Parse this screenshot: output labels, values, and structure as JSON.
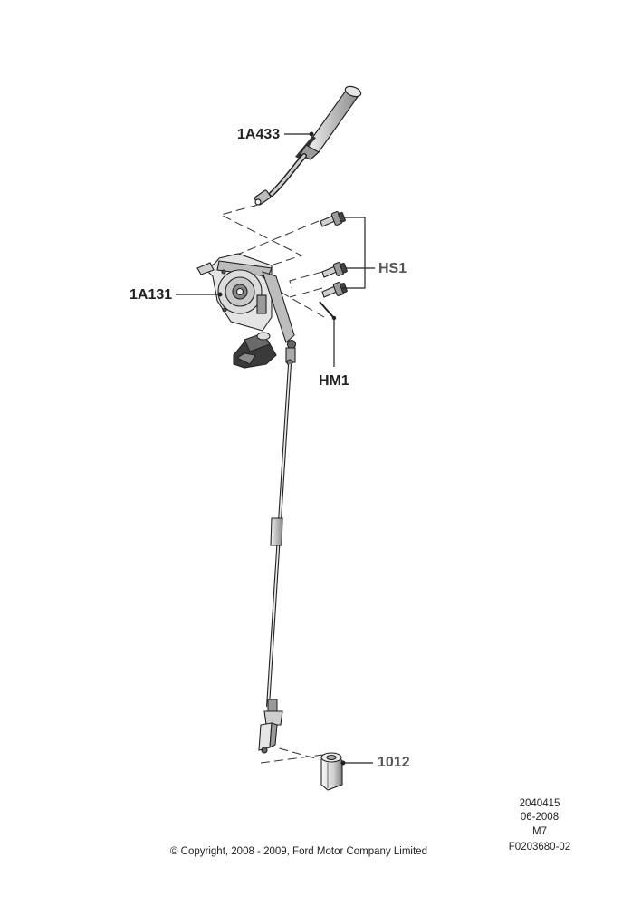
{
  "callouts": {
    "lever": "1A433",
    "bracket": "1A131",
    "bolts": "HS1",
    "pin": "HM1",
    "nut": "1012"
  },
  "footer": {
    "drawing_number": "2040415",
    "date": "06-2008",
    "model": "M7",
    "figure_code": "F0203680-02",
    "copyright": "© Copyright, 2008 - 2009, Ford Motor Company Limited"
  },
  "colors": {
    "line": "#222222",
    "part_fill": "#d6d6d6",
    "part_dark": "#7a7a7a"
  }
}
